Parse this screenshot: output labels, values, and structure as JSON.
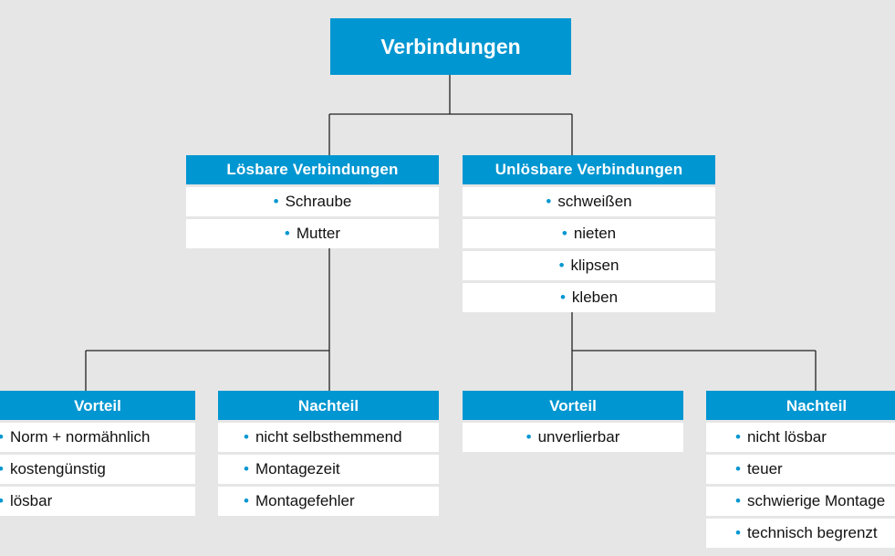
{
  "colors": {
    "background": "#e6e6e6",
    "header_fill": "#0096d1",
    "header_text": "#ffffff",
    "item_fill": "#ffffff",
    "bullet": "#0096d1",
    "connector": "#222222"
  },
  "bullet_glyph": "•",
  "root": {
    "title": "Verbindungen"
  },
  "loesbar": {
    "title": "Lösbare  Verbindungen",
    "items": [
      "Schraube",
      "Mutter"
    ],
    "vorteil": {
      "title": "Vorteil",
      "items": [
        "Norm + normähnlich",
        "kostengünstig",
        "lösbar"
      ]
    },
    "nachteil": {
      "title": "Nachteil",
      "items": [
        "nicht selbsthemmend",
        "Montagezeit",
        "Montagefehler"
      ]
    }
  },
  "unloesbar": {
    "title": "Unlösbare  Verbindungen",
    "items": [
      "schweißen",
      "nieten",
      "klipsen",
      "kleben"
    ],
    "vorteil": {
      "title": "Vorteil",
      "items": [
        "unverlierbar"
      ]
    },
    "nachteil": {
      "title": "Nachteil",
      "items": [
        "nicht lösbar",
        "teuer",
        "schwierige Montage",
        "technisch begrenzt"
      ]
    }
  }
}
